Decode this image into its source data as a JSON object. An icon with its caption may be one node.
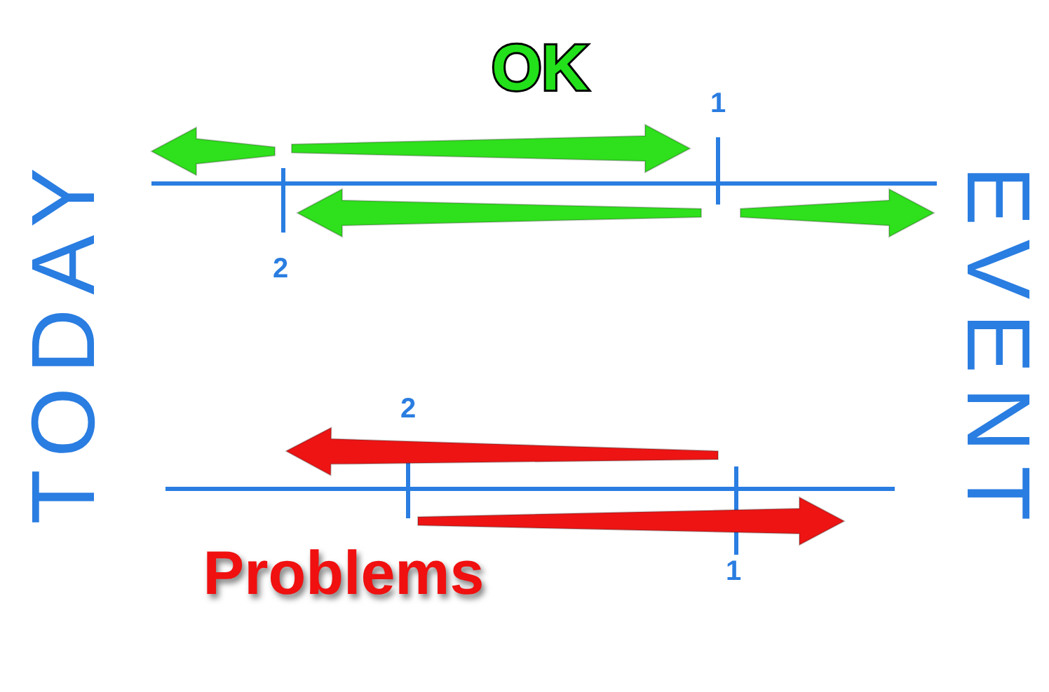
{
  "diagram": {
    "labels": [
      "OK",
      "1",
      "2",
      "TODAY",
      "EVENT",
      "2",
      "Problems",
      "1"
    ]
  }
}
